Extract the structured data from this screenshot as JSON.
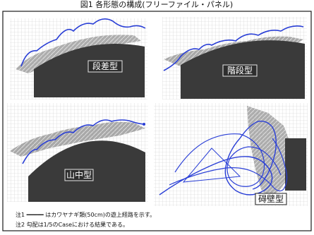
{
  "page_title": "図1 各形態の構成(フリーファイル・パネル)",
  "panels": [
    {
      "label": "段差型"
    },
    {
      "label": "階段型"
    },
    {
      "label": "山中型"
    },
    {
      "label": "碍壁型"
    }
  ],
  "notes": [
    "注1  ━━━━━  はカワヤナギ類(50cm)の遊上経路を示す。",
    "注2  勾配は1/5のCaseにおける結果である。"
  ],
  "colors": {
    "trajectory": "#2a3fd6",
    "structure": "#3a3a3a",
    "grid": "#b8b8b8",
    "frame": "#1a1a1a"
  }
}
